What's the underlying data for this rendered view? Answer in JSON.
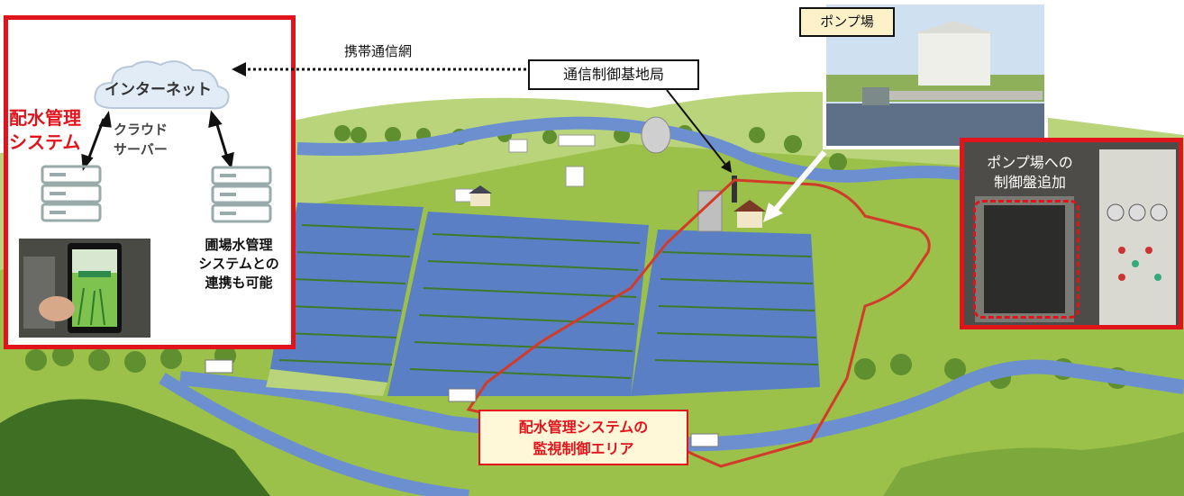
{
  "cloud": {
    "label": "インターネット"
  },
  "server_label": {
    "line1": "クラウド",
    "line2": "サーバー"
  },
  "system_label": {
    "line1": "配水管理",
    "line2": "システム"
  },
  "linkage": {
    "line1": "圃場水管理",
    "line2": "システムとの",
    "line3": "連携も可能"
  },
  "network_label": "携帯通信網",
  "base_station": "通信制御基地局",
  "pump_station": "ポンプ場",
  "control_panel": {
    "line1": "ポンプ場への",
    "line2": "制御盤追加"
  },
  "area_label": {
    "line1": "配水管理システムの",
    "line2": "監視制御エリア"
  },
  "colors": {
    "accent_red": "#e1141c",
    "water": "#6c8fd0",
    "grass": "#9bc14a"
  }
}
